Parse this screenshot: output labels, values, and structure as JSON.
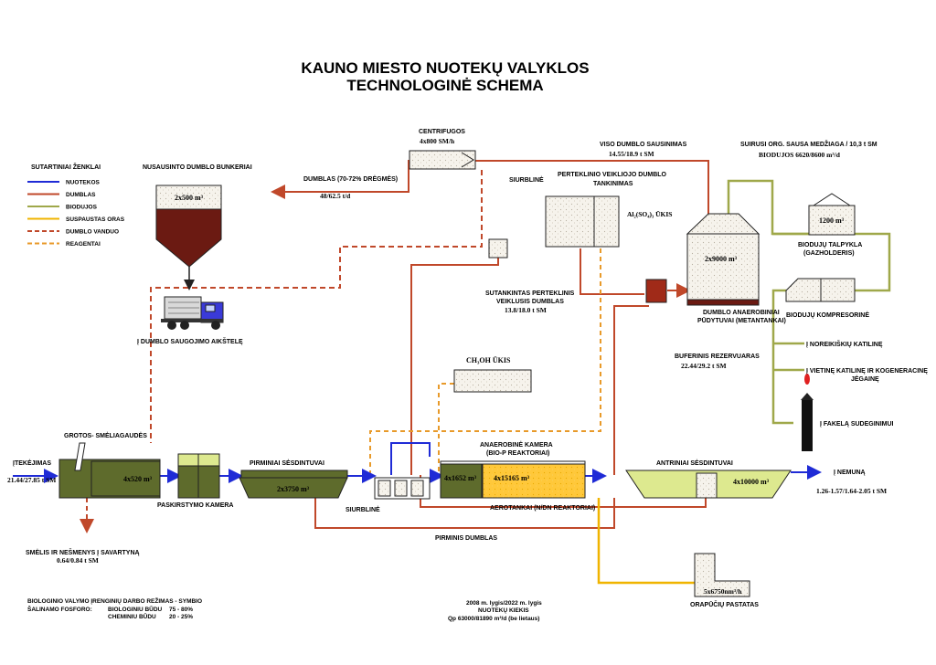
{
  "title": {
    "line1": "KAUNO MIESTO NUOTEKŲ VALYKLOS",
    "line2": "TECHNOLOGINĖ SCHEMA"
  },
  "legend": {
    "heading": "SUTARTINIAI ŽENKLAI",
    "items": [
      {
        "label": "NUOTEKOS",
        "color": "#1f2bd6",
        "style": "solid"
      },
      {
        "label": "DUMBLAS",
        "color": "#c0482a",
        "style": "solid"
      },
      {
        "label": "BIODUJOS",
        "color": "#9fa84a",
        "style": "solid"
      },
      {
        "label": "SUSPAUSTAS ORAS",
        "color": "#f0b400",
        "style": "solid"
      },
      {
        "label": "DUMBLO VANDUO",
        "color": "#c0482a",
        "style": "dashed"
      },
      {
        "label": "REAGENTAI",
        "color": "#e89a2a",
        "style": "dashed"
      }
    ]
  },
  "labels": {
    "inflow": "ĮTEKĖJIMAS",
    "inflow_value": "21.44/27.85 t SM",
    "screens": "GROTOS- SMĖLIAGAUDĖS",
    "screens_volume": "4x520 m³",
    "sand": "SMĖLIS IR NEŠMENYS Į SAVARTYNĄ",
    "sand_value": "0.64/0.84 t SM",
    "mixing": "PASKIRSTYMO KAMERA",
    "primary": "PIRMINIAI SĖSDINTUVAI",
    "primary_volume": "2x3750 m³",
    "pump": "SIURBLINĖ",
    "anaerobic": "ANAEROBINĖ KAMERA",
    "anaerobic_sub": "(BIO-P REAKTORIAI)",
    "anaerobic_volume": "4x1652 m³",
    "aeration_volume": "4x15165 m³",
    "aeration": "AEROTANKAI (N/DN REAKTORIAI)",
    "primary_sludge": "PIRMINIS DUMBLAS",
    "secondary": "ANTRINIAI SĖSDINTUVAI",
    "secondary_volume": "4x10000 m³",
    "outflow": "Į NEMUNĄ",
    "outflow_value": "1.26-1.57/1.64-2.05 t SM",
    "blower_volume": "5x6750nm³/h",
    "blower": "ORAPŪČIŲ PASTATAS",
    "methanol": "CH₃OH ŪKIS",
    "bunker": "NUSAUSINTO DUMBLO BUNKERIAI",
    "bunker_volume": "2x500 m³",
    "storage": "Į DUMBLO SAUGOJIMO AIKŠTELĘ",
    "sludge_wet": "DUMBLAS (70-72% DRĖGMĖS)",
    "sludge_wet_value": "48/62.5 t/d",
    "centrifuges": "CENTRIFUGOS",
    "centrifuges_cap": "4x800 SM/h",
    "drying": "VISO DUMBLO SAUSINIMAS",
    "drying_value": "14.55/18.9 t SM",
    "pump2": "SIURBLINĖ",
    "thickening1": "PERTEKLINIO VEIKLIOJO DUMBLO",
    "thickening2": "TANKINIMAS",
    "alum": "Al₂(SO₄)₃ ŪKIS",
    "thickened1": "SUTANKINTAS PERTEKLINIS",
    "thickened2": "VEIKLUSIS DUMBLAS",
    "thickened_value": "13.8/18.0 t SM",
    "digester_volume": "2x9000 m³",
    "digester1": "DUMBLO ANAEROBINIAI",
    "digester2": "PŪDYTUVAI (METANTANKAI)",
    "buffer": "BUFERINIS REZERVUARAS",
    "buffer_value": "22.44/29.2 t SM",
    "organic": "SUIRUSI ORG. SAUSA MEDŽIAGA / 10,3 t SM",
    "biogas": "BIODUJOS 6620/8600 m³/d",
    "gasholder_volume": "1200 m³",
    "gasholder1": "BIODUJŲ TALPYKLA",
    "gasholder2": "(GAZHOLDERIS)",
    "compressor": "BIODUJŲ KOMPRESORINĖ",
    "boiler": "Į NOREIKIŠKIŲ KATILINĘ",
    "cogen1": "Į VIETINĘ KATILINĘ IR KOGENERACINĘ",
    "cogen2": "JĖGAINĘ",
    "flare": "Į FAKELĄ SUDEGINIMUI"
  },
  "footer": {
    "mode": "BIOLOGINIO VALYMO ĮRENGINIŲ DARBO REŽIMAS - SYMBIO",
    "phosphorus": "ŠALINAMO FOSFORO:",
    "bio_label": "BIOLOGINIU BŪDU",
    "bio_value": "75 - 80%",
    "chem_label": "CHEMINIU BŪDU",
    "chem_value": "20 - 25%",
    "years": "2008 m. lygis/2022 m. lygis",
    "flow_title": "NUOTEKŲ KIEKIS",
    "flow_value": "Qp 63000/81890 m³/d (be lietaus)"
  },
  "colors": {
    "wastewater": "#1f2bd6",
    "sludge": "#c0482a",
    "biogas": "#9fa84a",
    "air": "#f0b400",
    "reagent": "#e89a2a",
    "tank_green": "#5e6b2c",
    "tank_light": "#dde98f",
    "aeration_fill": "#ffc83a",
    "bunker_sludge": "#6b1a12"
  }
}
